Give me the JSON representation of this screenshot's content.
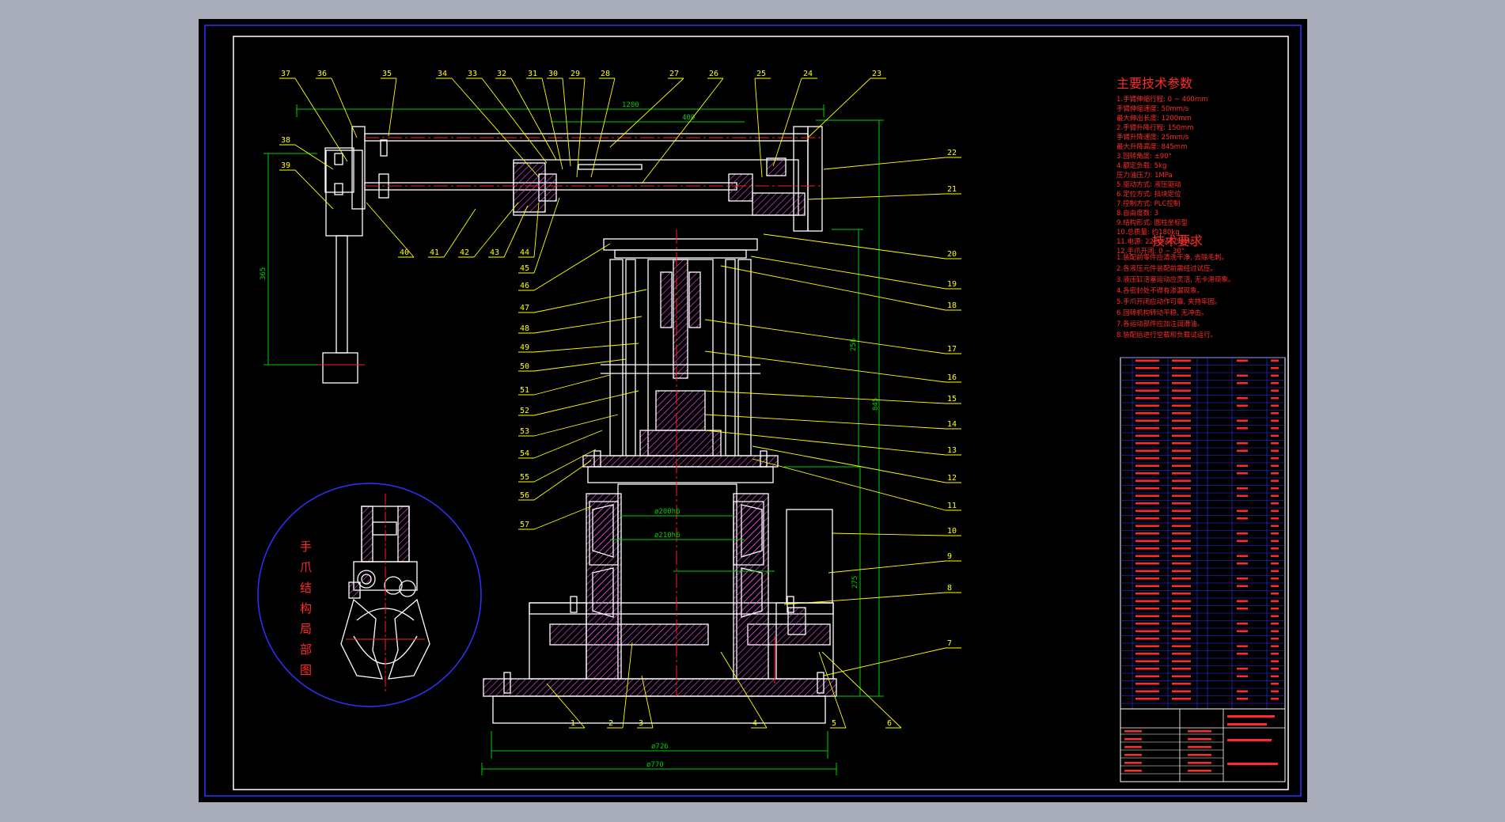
{
  "part_labels": {
    "top": [
      "37",
      "36",
      "35",
      "34",
      "33",
      "32",
      "31",
      "30",
      "29",
      "28",
      "27",
      "26",
      "25",
      "24",
      "23"
    ],
    "right": [
      "22",
      "21",
      "20",
      "19",
      "18",
      "17",
      "16",
      "15",
      "14",
      "13",
      "12",
      "11",
      "10",
      "9",
      "8",
      "7"
    ],
    "left_top": [
      "38",
      "39"
    ],
    "left_low": [
      "40",
      "41",
      "42",
      "43",
      "44",
      "45",
      "46",
      "47",
      "48",
      "49",
      "50",
      "51",
      "52",
      "53",
      "54",
      "55",
      "56",
      "57"
    ],
    "bottom": [
      "1",
      "2",
      "3",
      "4",
      "5",
      "6"
    ]
  },
  "dimensions": {
    "d1200": "1200",
    "d400": "400",
    "d365": "365",
    "d256": "256",
    "d845": "845",
    "d275": "275",
    "d726": "ø726",
    "d770": "ø770",
    "d200h6": "ø200h6",
    "d210h6": "ø210h6"
  },
  "detail_view": {
    "title": "手爪结构局部图"
  },
  "specs": {
    "title": "主要技术参数",
    "lines": [
      "1.手臂伸缩行程: 0 ~ 400mm",
      "  手臂伸缩速度: 50mm/s",
      "  最大伸出长度: 1200mm",
      "2.手臂升降行程: 150mm",
      "  手臂升降速度: 25mm/s",
      "  最大升降高度: 845mm",
      "3.回转角度: ±90°",
      "4.额定负载: 5kg",
      "  压力油压力: 1MPa",
      "5.驱动方式: 液压驱动",
      "6.定位方式: 挡块定位",
      "7.控制方式: PLC控制",
      "8.自由度数: 3",
      "9.结构形式: 圆柱坐标型",
      "10.总质量: 约180kg",
      "11.电源: 220V/AC/50Hz",
      "12.手爪开闭: 0 ~ 30°"
    ]
  },
  "requirements": {
    "title": "技术要求",
    "lines": [
      "1.装配前零件应清洗干净, 去除毛刺。",
      "2.各液压元件装配前需经过试压。",
      "3.液压缸活塞运动应灵活, 无卡滞现象。",
      "4.各密封处不得有渗漏现象。",
      "5.手爪开闭应动作可靠, 夹持牢固。",
      "6.回转机构转动平稳, 无冲击。",
      "7.各运动部件应加注润滑油。",
      "8.装配后进行空载和负载试运行。"
    ]
  },
  "colors": {
    "background": "#000000",
    "outer_bg": "#a9adb9",
    "frame_blue": "#3030ff",
    "outline": "#ffffff",
    "dimension": "#00d000",
    "leader": "#ffff00",
    "label": "#ffff00",
    "center_line": "#ff2020",
    "hatch": "#ff55ff",
    "text_red": "#ff2a2a"
  }
}
